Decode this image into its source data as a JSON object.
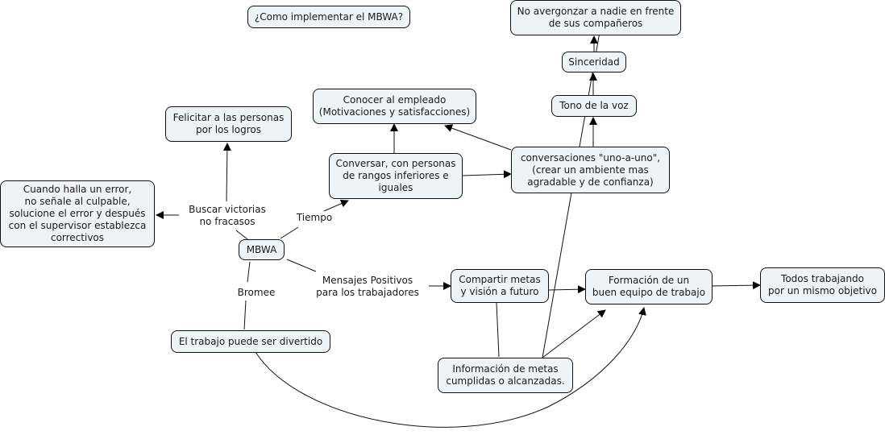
{
  "title": "¿Como implementar el MBWA?",
  "nodes": {
    "root": "MBWA",
    "felicitar": "Felicitar a las personas\npor los logros",
    "cuando_error": "Cuando halla un error,\nno señale al culpable,\nsolucione el error y después\ncon el supervisor establezca\ncorrectivos",
    "conocer": "Conocer al empleado\n(Motivaciones y satisfacciones)",
    "conversar": "Conversar, con personas\nde rangos inferiores e\niguales",
    "uno_a_uno": "conversaciones \"uno-a-uno\",\n(crear un ambiente mas\nagradable y de confianza)",
    "tono": "Tono de la voz",
    "sinceridad": "Sinceridad",
    "no_avergonzar": "No avergonzar a nadie en frente\nde sus compañeros",
    "compartir": "Compartir metas\ny visión a futuro",
    "formacion": "Formación de un\nbuen equipo de trabajo",
    "todos": "Todos trabajando\npor un mismo objetivo",
    "informacion": "Información de metas\ncumplidas o alcanzadas.",
    "divertido": "El trabajo puede ser divertido"
  },
  "links": {
    "buscar": "Buscar victorias\nno fracasos",
    "tiempo": "Tiempo",
    "mensajes": "Mensajes Positivos\npara los trabajadores",
    "bromee": "Bromee"
  }
}
